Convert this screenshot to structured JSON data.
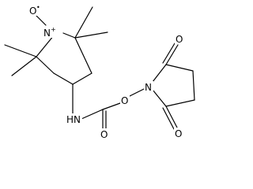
{
  "molecule": {
    "atoms": {
      "n_pip": "N",
      "n_pip_charge": "+",
      "o_radical": "O",
      "o_radical_dot": "•",
      "nh": "HN",
      "o_carbonyl": "O",
      "o_link": "O",
      "n_succ": "N",
      "o_succ_top": "O",
      "o_succ_bottom": "O"
    }
  }
}
